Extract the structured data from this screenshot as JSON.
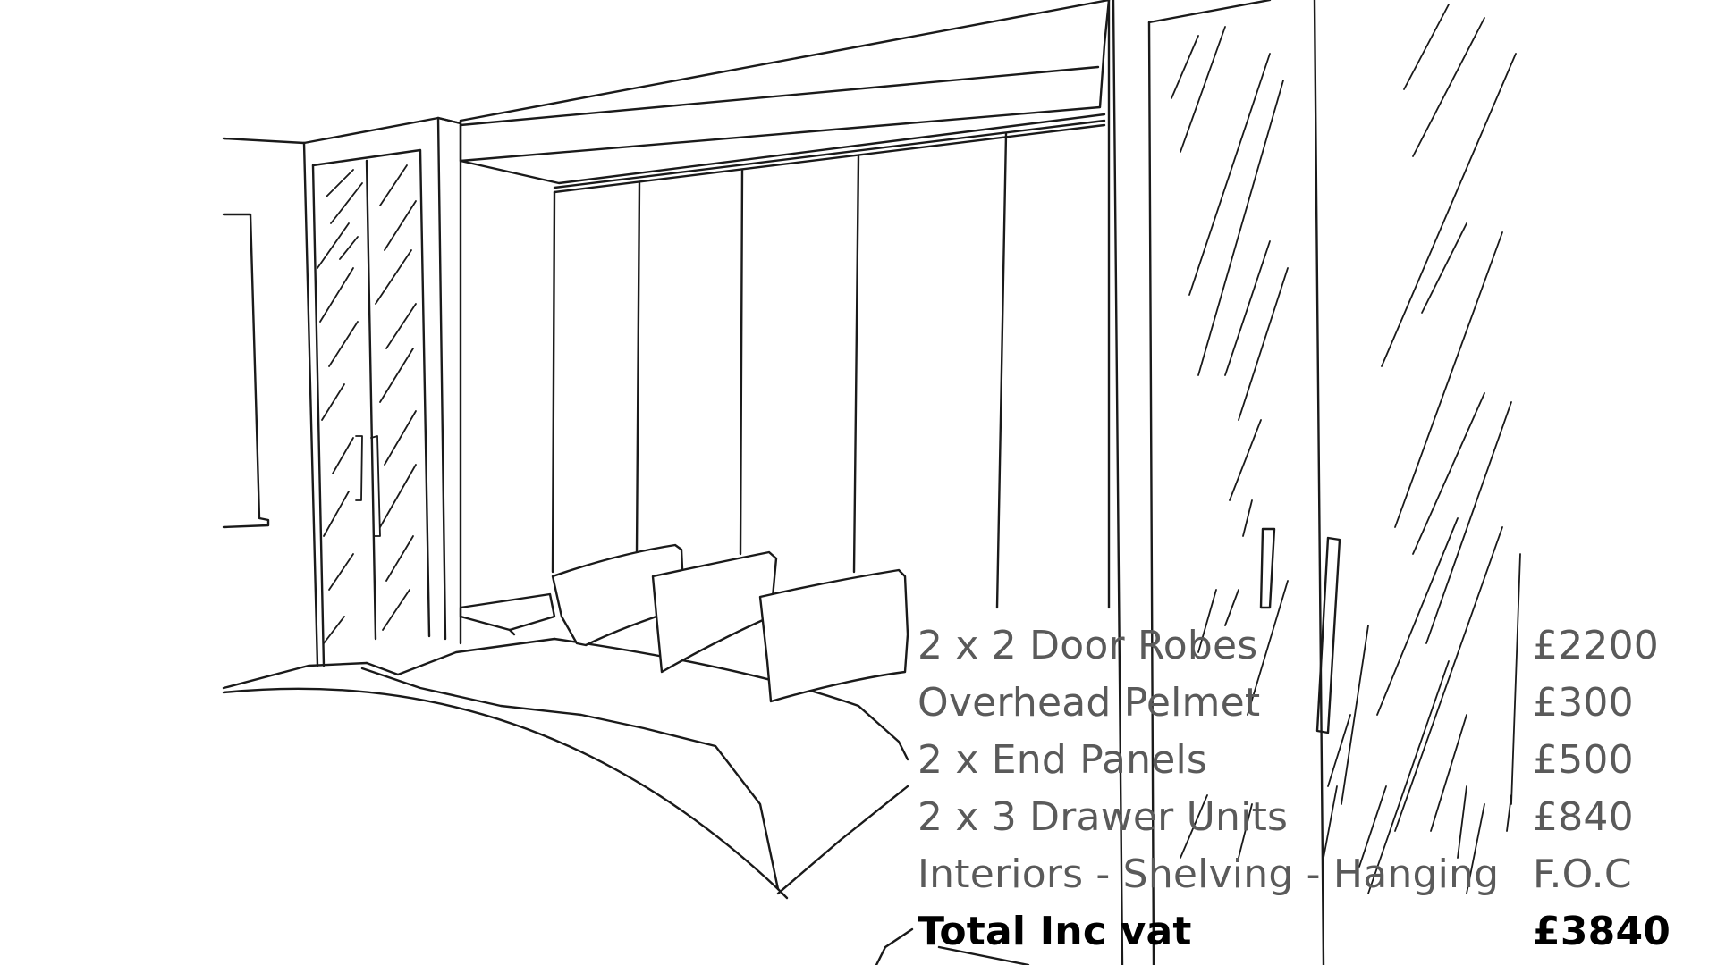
{
  "price_list": {
    "items": [
      {
        "label": "2 x 2 Door Robes",
        "price": "£2200"
      },
      {
        "label": "Overhead Pelmet",
        "price": "£300"
      },
      {
        "label": "2 x End Panels",
        "price": "£500"
      },
      {
        "label": "2 x 3 Drawer Units",
        "price": "£840"
      },
      {
        "label": "Interiors - Shelving - Hanging",
        "price": "F.O.C"
      }
    ],
    "total": {
      "label": "Total Inc vat",
      "price": "£3840"
    }
  },
  "colors": {
    "item_text": "#5a5a5a",
    "total_text": "#000000",
    "line_art": "#1a1a1a",
    "background": "#ffffff"
  }
}
